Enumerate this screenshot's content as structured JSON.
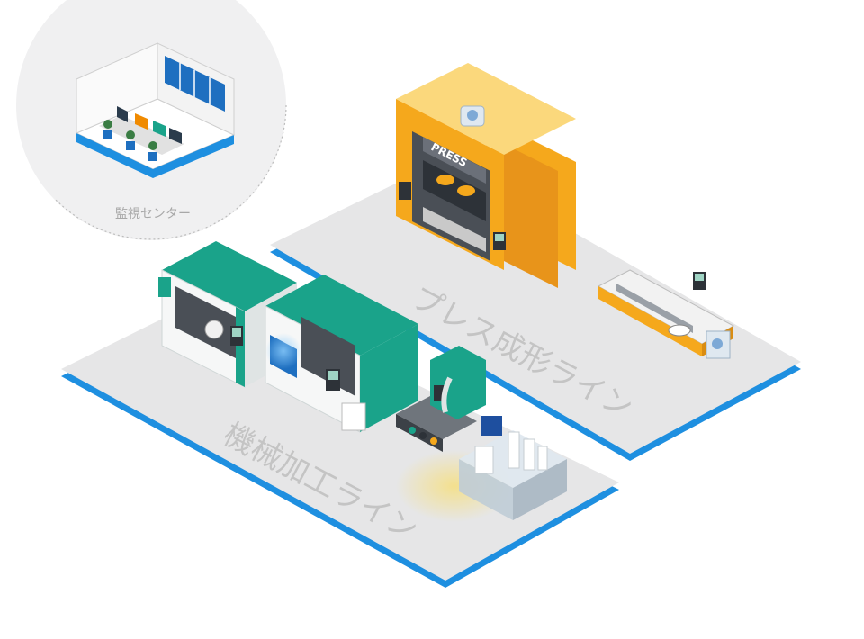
{
  "labels": {
    "monitoring_center": "監視センター",
    "press_line": "プレス成形ライン",
    "machining_line": "機械加工ライン",
    "press_sign": "PRESS"
  },
  "colors": {
    "platform": "#e6e6e7",
    "platform_edge": "#1e8fe0",
    "press_yellow": "#f5a81c",
    "machine_teal": "#1aa38a",
    "machine_white": "#f6f7f7",
    "dark": "#474c52",
    "glow": "#f6df7e",
    "label": "#c4c4c4"
  },
  "icons": [
    "monitor-icon",
    "control-panel-icon",
    "press-machine-icon",
    "cnc-machine-icon",
    "conveyor-icon",
    "robot-arm-icon"
  ]
}
